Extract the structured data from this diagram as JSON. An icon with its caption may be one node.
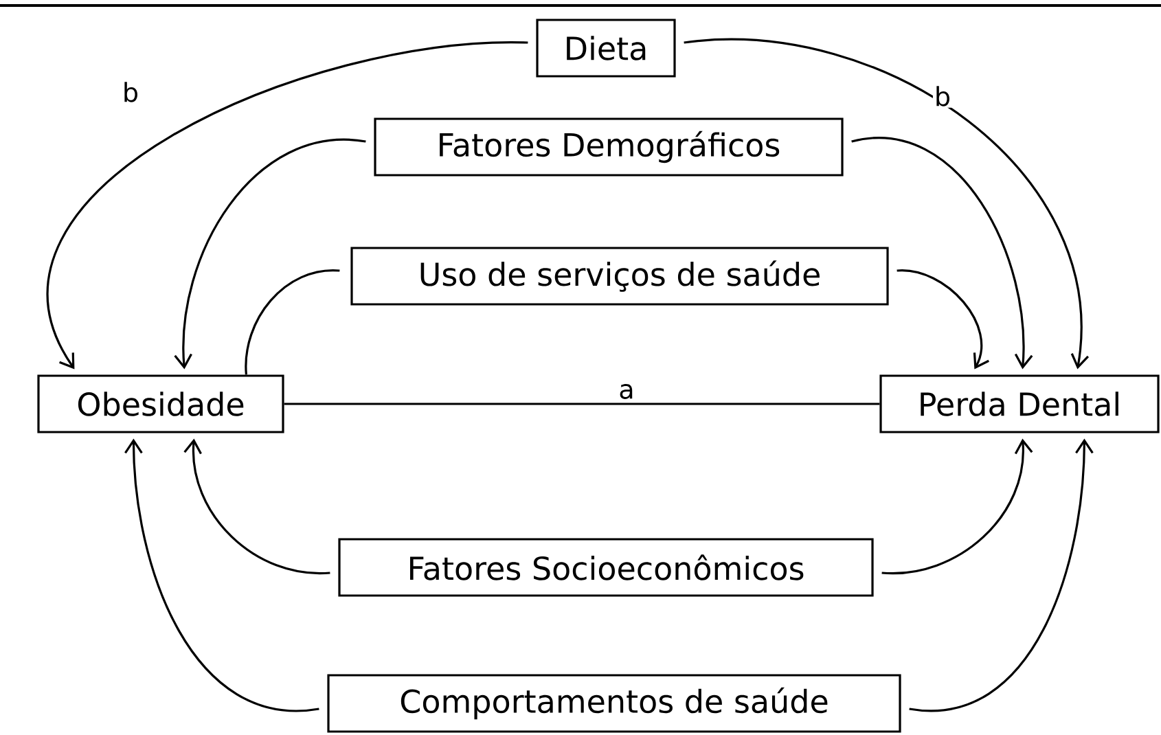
{
  "diagram": {
    "nodes": [
      {
        "text": [
          "Dieta"
        ]
      },
      {
        "text": [
          "Fatores Demográficos"
        ]
      },
      {
        "text": [
          "Uso de serviços de saúde"
        ]
      },
      {
        "text": [
          "Obesidade"
        ]
      },
      {
        "text": [
          "Perda Dental"
        ]
      },
      {
        "text": [
          "Fatores Socioeconômicos"
        ]
      },
      {
        "text": [
          "Comportamentos de saúde"
        ]
      }
    ],
    "edges": [
      {
        "from": 0,
        "to": 3,
        "arrow": "to",
        "label": "b"
      },
      {
        "from": 0,
        "to": 4,
        "arrow": "to",
        "label": "b"
      },
      {
        "from": 1,
        "to": 3,
        "arrow": "to"
      },
      {
        "from": 1,
        "to": 4,
        "arrow": "to"
      },
      {
        "from": 2,
        "to": 4,
        "arrow": "to"
      },
      {
        "from": 3,
        "to": 2,
        "arrow": "none"
      },
      {
        "from": 3,
        "to": 4,
        "arrow": "none",
        "label": "a"
      },
      {
        "from": 5,
        "to": 3,
        "arrow": "to"
      },
      {
        "from": 5,
        "to": 4,
        "arrow": "to"
      },
      {
        "from": 6,
        "to": 3,
        "arrow": "to"
      },
      {
        "from": 6,
        "to": 4,
        "arrow": "to"
      }
    ]
  }
}
